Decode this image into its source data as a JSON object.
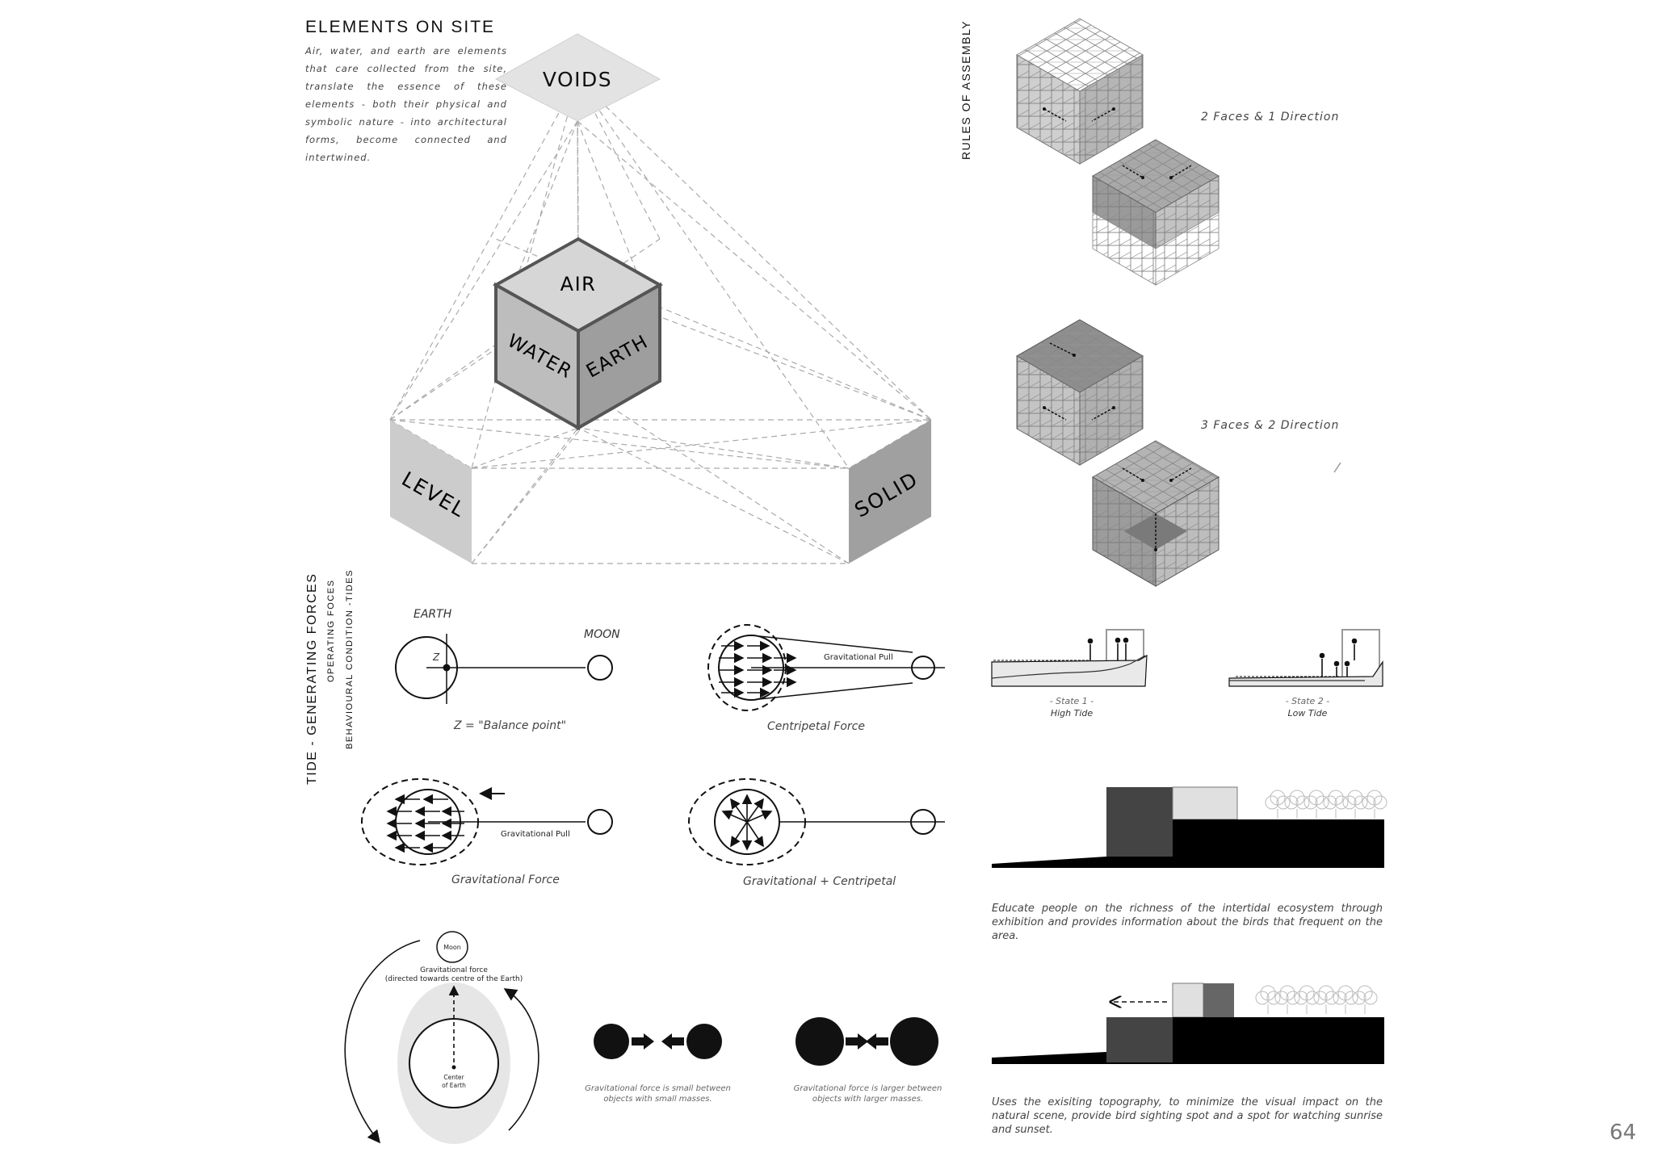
{
  "header": {
    "title": "ELEMENTS ON SITE",
    "intro": "Air, water, and earth are elements that care collected from the site, translate the essence of these elements - both their physical and symbolic nature - into architectural forms, become connected and intertwined."
  },
  "elements_diagram": {
    "top": "VOIDS",
    "cube_top": "AIR",
    "cube_left": "WATER",
    "cube_right": "EARTH",
    "left": "LEVEL",
    "right": "SOLID"
  },
  "assembly": {
    "heading": "RULES OF ASSEMBLY",
    "rule1": "2 Faces & 1 Direction",
    "rule2": "3 Faces & 2 Direction"
  },
  "tide": {
    "heading": "TIDE - GENERATING FORCES",
    "sub1": "OPERATING FOCES",
    "sub2": "BEHAVIOURAL CONDITION -TIDES",
    "earth_label": "EARTH",
    "moon_label": "MOON",
    "z_label": "Z",
    "balance_caption": "Z = \"Balance point\"",
    "grav_pull_1": "Gravitational Pull",
    "centripetal_caption": "Centripetal Force",
    "grav_pull_2": "Gravitational Pull",
    "gravitational_caption": "Gravitational Force",
    "combined_caption": "Gravitational + Centripetal",
    "moon_small": "Moon",
    "grav_force_line1": "Gravitational force",
    "grav_force_line2": "(directed towards centre of the Earth)",
    "center_line1": "Center",
    "center_line2": "of Earth",
    "mass_small": "Gravitational force is small between objects with small masses.",
    "mass_large": "Gravitational force is larger between objects with larger masses."
  },
  "states": {
    "state1_line1": "- State 1 -",
    "state1_line2": "High Tide",
    "state2_line1": "- State 2 -",
    "state2_line2": "Low Tide"
  },
  "sections": {
    "desc1": "Educate people on the richness of the intertidal ecosystem through exhibition and provides information about the birds that frequent on the area.",
    "desc2": "Uses the exisiting topography, to minimize the visual impact on the natural scene, provide bird sighting spot and a spot for watching sunrise and sunset."
  },
  "page_number": "64"
}
